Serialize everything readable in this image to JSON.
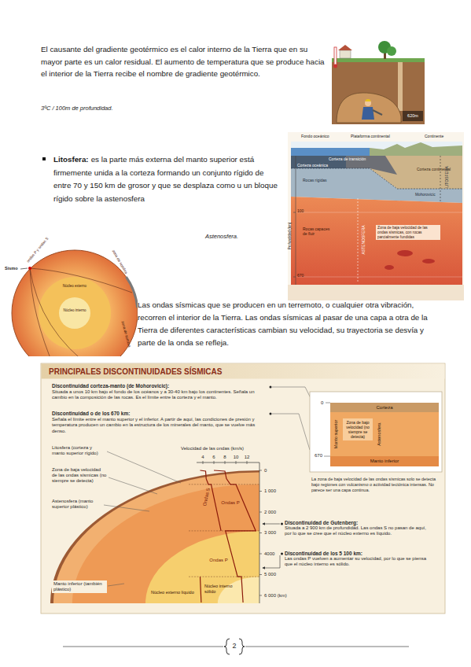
{
  "diagram": {
    "title": "PRINCIPALES DISCONTINUIDADES SÍSMICAS",
    "nodes": [
      {
        "text": [
          "Corteza"
        ]
      },
      {
        "text": [
          "Manto superior",
          "Astenosfera"
        ]
      },
      {
        "text": [
          "Zona de bajo velocidad (no siempre se detecta)"
        ],
        "in": 1
      },
      {
        "text": [
          "Manto inferior"
        ]
      }
    ],
    "labels": [
      "El causante del gradiente geotérmico es el calor interno de la Tierra que en su mayor parte es un calor residual. El aumento de temperatura que se produce hacia el interior de la Tierra recibe el nombre de gradiente geotérmico.",
      "3ºC / 100m de profundidad.",
      "620m",
      "Litosfera:",
      "es la parte más externa del manto superior está firmemente unida a la corteza formando un conjunto rígido de entre 70 y 150 km de grosor y que se desplaza como u un bloque rígido sobre la astenosfera",
      "Astenosfera.",
      "Fondo oceánico",
      "Plataforma continental",
      "Continente",
      "Corteza de transición",
      "Corteza oceánica",
      "Corteza continental",
      "Rocas rígidas",
      "Mohorovicic",
      "LITOSFERA",
      "ASTENOSFERA",
      "Profundidad (km)",
      "100",
      "670",
      "Rocas capaces de fluir",
      "Zona de baja velocidad de las ondas sísmicas, con rocas parcialmente fundidas",
      "Sismo",
      "ondas P y ondas S",
      "zona de sombra",
      "zona de sombra",
      "Núcleo interno",
      "Núcleo externo",
      "Las ondas sísmicas que se producen en un terremoto, o cualquier otra vibración, recorren el interior de la Tierra. Las ondas sísmicas al pasar de una capa a otra de la Tierra de diferentes características cambian su velocidad, su trayectoria se desvía y parte de la onda se refleja.",
      "Discontinuidad corteza-manto (de Mohorovicic):",
      "Situada a unos 10 km bajo el fondo de los océanos y a 30-40 km bajo los continentes. Señala un cambio en la composición de las rocas. Es el límite entre la corteza y el manto.",
      "Discontinuidad o de los 670 km:",
      "Señala el límite entre el manto superior y el inferior. A partir de aquí, las condiciones de presión y temperatura producen un cambio en la estructura de los minerales del manto, que se vuelve más denso.",
      "Litosfera (corteza y manto superior rígido)",
      "Zona de baja velocidad de las ondas sísmicas (no siempre se detecta)",
      "Astenosfera (manto superior plástico)",
      "Velocidad de las ondas (km/s)",
      "4",
      "6",
      "8",
      "10",
      "12",
      "Ondas S",
      "Ondas P",
      "Ondas P",
      "0",
      "1 000",
      "2 000",
      "3 000",
      "4000",
      "5 000",
      "6 000 (km)",
      "Discontinuidad de Gutenberg:",
      "Situada a 2 900 km de profundidad. Las ondas S no pasan de aquí, por lo que se cree que el núcleo externo es líquido.",
      "Discontinuidad de los 5 100 km:",
      "Las ondas P vuelven a aumentar su velocidad, por lo que se piensa que el núcleo interno es sólido.",
      "Manto inferior (también plástico)",
      "Núcleo externo líquido",
      "Núcleo interno sólido",
      "0",
      "670",
      "La zona de baja velocidad de las ondas sísmicas solo se detecta bajo regiones con vulcanismo o actividad tectónica intensas. No parece ser una capa continua.",
      "2"
    ]
  }
}
